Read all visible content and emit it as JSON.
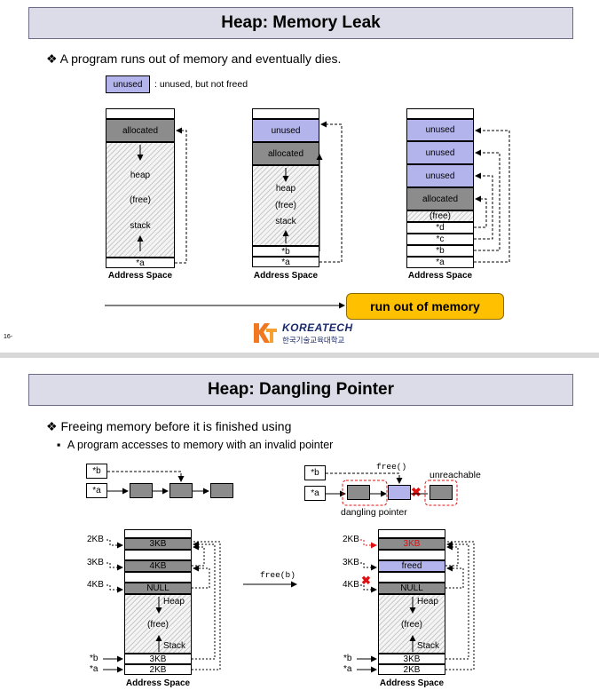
{
  "slide1": {
    "title": "Heap: Memory Leak",
    "bullet": "A program runs out of memory and eventually dies.",
    "legend_box": "unused",
    "legend_text": ": unused, but not freed",
    "diagram1": {
      "allocated": "allocated",
      "heap": "heap",
      "free": "(free)",
      "stack": "stack",
      "a": "*a",
      "caption": "Address Space"
    },
    "diagram2": {
      "unused": "unused",
      "allocated": "allocated",
      "heap": "heap",
      "free": "(free)",
      "stack": "stack",
      "b": "*b",
      "a": "*a",
      "caption": "Address Space"
    },
    "diagram3": {
      "unused": "unused",
      "allocated": "allocated",
      "free": "(free)",
      "d": "*d",
      "c": "*c",
      "b": "*b",
      "a": "*a",
      "caption": "Address Space"
    },
    "run_out": "run out of memory",
    "page_number": "16-",
    "logo_name": "KOREATECH",
    "logo_sub": "한국기술교육대학교"
  },
  "slide2": {
    "title": "Heap: Dangling Pointer",
    "bullet1": "Freeing memory before it is finished using",
    "bullet2": "A program accesses to memory with an invalid pointer",
    "top_left": {
      "b": "*b",
      "a": "*a"
    },
    "top_right": {
      "b": "*b",
      "a": "*a",
      "free_call": "free()",
      "unreachable": "unreachable",
      "dangling": "dangling pointer"
    },
    "left": {
      "size1": "2KB",
      "size2": "3KB",
      "size3": "4KB",
      "cell3kb": "3KB",
      "cell4kb": "4KB",
      "null": "NULL",
      "heap": "Heap",
      "free": "(free)",
      "stack": "Stack",
      "b_val": "3KB",
      "a_val": "2KB",
      "b": "*b",
      "a": "*a",
      "caption": "Address Space"
    },
    "arrow_label": "free(b)",
    "right": {
      "size1": "2KB",
      "size2": "3KB",
      "size3": "4KB",
      "cell3kb": "3KB",
      "freed": "freed",
      "null": "NULL",
      "heap": "Heap",
      "free": "(free)",
      "stack": "Stack",
      "b_val": "3KB",
      "a_val": "2KB",
      "b": "*b",
      "a": "*a",
      "caption": "Address Space"
    }
  },
  "colors": {
    "unused": "#b4b4ec",
    "allocated": "#8c8c8c",
    "run_out_bg": "#ffc000",
    "title_bg": "#dcdce8",
    "red": "#e01010"
  }
}
